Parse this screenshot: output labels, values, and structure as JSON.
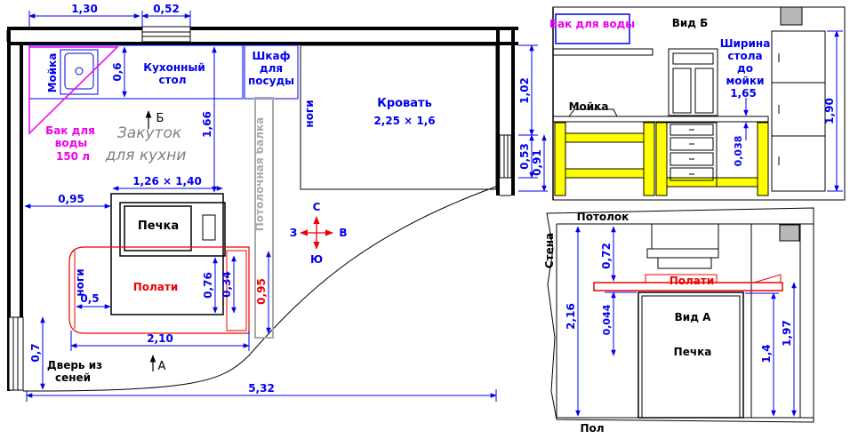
{
  "plan": {
    "dims": {
      "top_130": "1,30",
      "top_052": "0,52",
      "dim_102": "1,02",
      "dim_053": "0,53",
      "dim_091": "0,91",
      "dim_06": "0,6",
      "dim_166": "1,66",
      "dim_095_left": "0,95",
      "dim_126x140": "1,26 × 1,40",
      "dim_076": "0,76",
      "dim_034": "0,34",
      "dim_095_right": "0,95",
      "dim_05": "0,5",
      "dim_210": "2,10",
      "dim_07": "0,7",
      "dim_532": "5,32"
    },
    "labels": {
      "sink": "Мойка",
      "kitchen_table_1": "Кухонный",
      "kitchen_table_2": "стол",
      "cabinet_1": "Шкаф",
      "cabinet_2": "для",
      "cabinet_3": "посуды",
      "bed": "Кровать",
      "bed_size": "2,25 × 1,6",
      "legs_bed": "ноги",
      "beam": "Потолочная балка",
      "tank_1": "Бак для",
      "tank_2": "воды",
      "tank_3": "150 л",
      "nook_1": "Закуток",
      "nook_2": "для кухни",
      "view_b_marker": "Б",
      "view_a_marker": "А",
      "stove": "Печка",
      "polati": "Полати",
      "legs_polati": "ноги",
      "door_1": "Дверь из",
      "door_2": "сеней",
      "compass_n": "С",
      "compass_s": "Ю",
      "compass_w": "З",
      "compass_e": "В"
    }
  },
  "view_b": {
    "title": "Вид Б",
    "tank": "Бак для воды",
    "width_1": "Ширина",
    "width_2": "стола",
    "width_3": "до",
    "width_4": "мойки",
    "width_val": "1,65",
    "sink": "Мойка",
    "dim_0038": "0,038",
    "dim_190": "1,90"
  },
  "view_a": {
    "title": "Вид А",
    "ceiling": "Потолок",
    "wall": "Стена",
    "floor": "Пол",
    "polati": "Полати",
    "stove": "Печка",
    "dim_216": "2,16",
    "dim_072": "0,72",
    "dim_0044": "0,044",
    "dim_14": "1,4",
    "dim_197": "1,97"
  },
  "colors": {
    "dim_blue": "#0000ee",
    "wall_black": "#000000",
    "polati_red": "#ee0000",
    "tank_magenta": "#ee00ee",
    "beam_gray": "#aaaaaa",
    "note_gray": "#808080",
    "leg_yellow": "#ffff00",
    "block_gray": "#b8b8b8"
  }
}
